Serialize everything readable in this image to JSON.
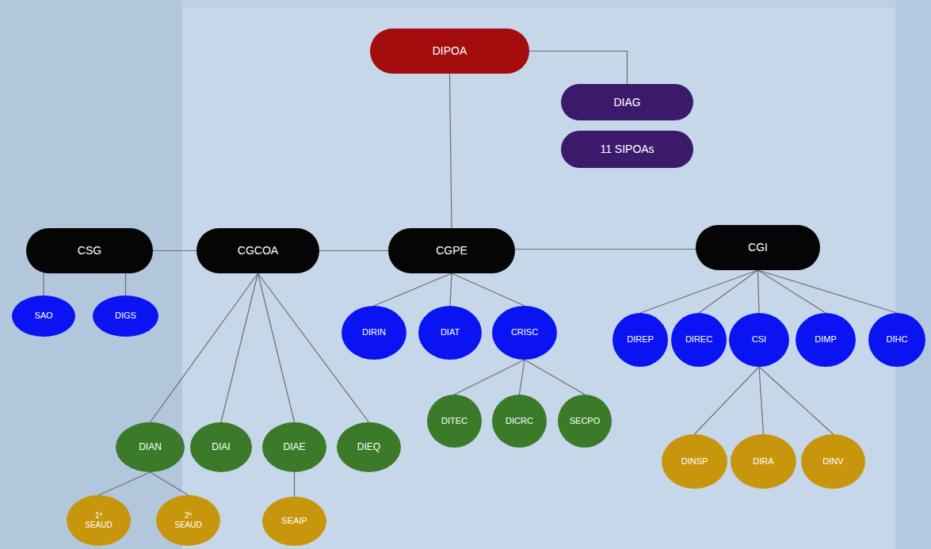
{
  "diagram": {
    "nodes": [
      {
        "text": [
          "DIPOA"
        ]
      },
      {
        "text": [
          "DIAG"
        ]
      },
      {
        "text": [
          "11 SIPOAs"
        ]
      },
      {
        "text": [
          "CSG"
        ]
      },
      {
        "text": [
          "CGCOA"
        ]
      },
      {
        "text": [
          "CGPE"
        ]
      },
      {
        "text": [
          "CGI"
        ]
      },
      {
        "text": [
          "SAO"
        ]
      },
      {
        "text": [
          "DIGS"
        ]
      },
      {
        "text": [
          "DIRIN"
        ]
      },
      {
        "text": [
          "DIAT"
        ]
      },
      {
        "text": [
          "CRISC"
        ]
      },
      {
        "text": [
          "DIREP"
        ]
      },
      {
        "text": [
          "DIREC"
        ]
      },
      {
        "text": [
          "CSI"
        ]
      },
      {
        "text": [
          "DIMP"
        ]
      },
      {
        "text": [
          "DIHC"
        ]
      },
      {
        "text": [
          "DIAN"
        ]
      },
      {
        "text": [
          "DIAI"
        ]
      },
      {
        "text": [
          "DIAE"
        ]
      },
      {
        "text": [
          "DIEQ"
        ]
      },
      {
        "text": [
          "DITEC"
        ]
      },
      {
        "text": [
          "DICRC"
        ]
      },
      {
        "text": [
          "SECPO"
        ]
      },
      {
        "text": [
          "DINSP"
        ]
      },
      {
        "text": [
          "DIRA"
        ]
      },
      {
        "text": [
          "DINV"
        ]
      },
      {
        "text": [
          "1º SEAUD"
        ]
      },
      {
        "text": [
          "2º SEAUD"
        ]
      },
      {
        "text": [
          "SEAIP"
        ]
      }
    ],
    "edges": [
      {
        "from": 0,
        "to": 1,
        "arrow": "none"
      },
      {
        "from": 0,
        "to": 5,
        "arrow": "none"
      },
      {
        "from": 3,
        "to": 4,
        "arrow": "none"
      },
      {
        "from": 4,
        "to": 5,
        "arrow": "none"
      },
      {
        "from": 5,
        "to": 6,
        "arrow": "none"
      },
      {
        "from": 3,
        "to": 7,
        "arrow": "none"
      },
      {
        "from": 3,
        "to": 8,
        "arrow": "none"
      },
      {
        "from": 5,
        "to": 9,
        "arrow": "none"
      },
      {
        "from": 5,
        "to": 10,
        "arrow": "none"
      },
      {
        "from": 5,
        "to": 11,
        "arrow": "none"
      },
      {
        "from": 6,
        "to": 12,
        "arrow": "none"
      },
      {
        "from": 6,
        "to": 13,
        "arrow": "none"
      },
      {
        "from": 6,
        "to": 14,
        "arrow": "none"
      },
      {
        "from": 6,
        "to": 15,
        "arrow": "none"
      },
      {
        "from": 6,
        "to": 16,
        "arrow": "none"
      },
      {
        "from": 4,
        "to": 17,
        "arrow": "none"
      },
      {
        "from": 4,
        "to": 18,
        "arrow": "none"
      },
      {
        "from": 4,
        "to": 19,
        "arrow": "none"
      },
      {
        "from": 4,
        "to": 20,
        "arrow": "none"
      },
      {
        "from": 11,
        "to": 21,
        "arrow": "none"
      },
      {
        "from": 11,
        "to": 22,
        "arrow": "none"
      },
      {
        "from": 11,
        "to": 23,
        "arrow": "none"
      },
      {
        "from": 14,
        "to": 24,
        "arrow": "none"
      },
      {
        "from": 14,
        "to": 25,
        "arrow": "none"
      },
      {
        "from": 14,
        "to": 26,
        "arrow": "none"
      },
      {
        "from": 17,
        "to": 27,
        "arrow": "none"
      },
      {
        "from": 17,
        "to": 28,
        "arrow": "none"
      },
      {
        "from": 19,
        "to": 29,
        "arrow": "none"
      }
    ]
  }
}
